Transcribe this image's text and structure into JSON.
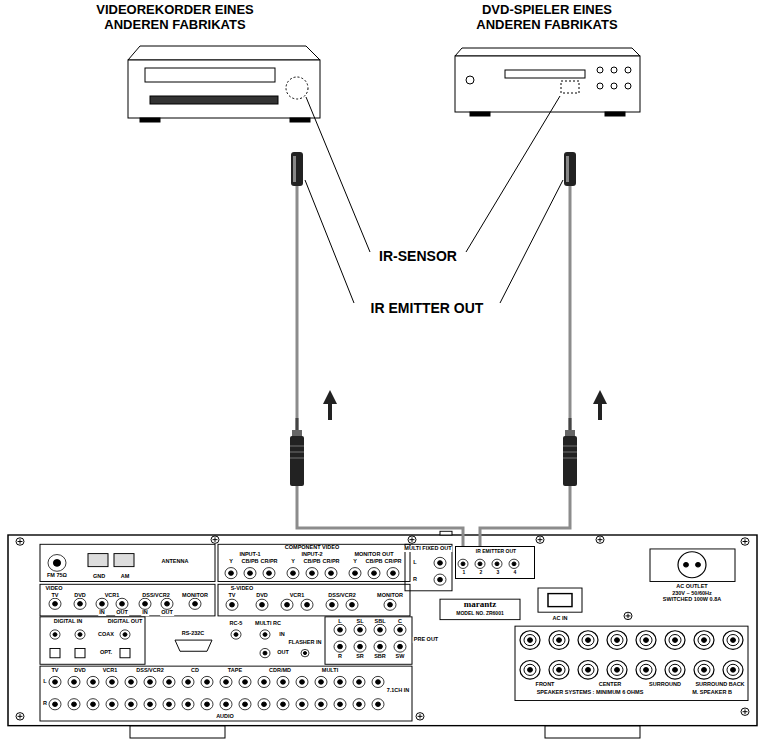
{
  "diagram": {
    "nodes": [
      {
        "text": [
          "VIDEOREKORDER EINES ANDEREN FABRIKATS"
        ]
      },
      {
        "text": [
          "DVD-SPIELER EINES ANDEREN FABRIKATS"
        ]
      },
      {
        "text": [
          "marantz",
          "MODEL NO. ZR6001"
        ]
      },
      {
        "text": [
          "IR EMITTER OUT",
          "1",
          "2",
          "3",
          "4"
        ],
        "in": 2
      }
    ],
    "edges": [
      {
        "from": 3,
        "to": 0,
        "arrow": "none"
      },
      {
        "from": 3,
        "to": 1,
        "arrow": "none"
      }
    ],
    "labels": [
      "IR-SENSOR",
      "IR EMITTER OUT",
      "ANTENNA",
      "FM 75Ω",
      "GND",
      "AM",
      "COMPONENT VIDEO",
      "INPUT-1",
      "INPUT-2",
      "MONITOR OUT",
      "Y",
      "CB/PB",
      "CR/PR",
      "Y",
      "CB/PB",
      "CR/PR",
      "Y",
      "CB/PB",
      "CR/PR",
      "VIDEO",
      "TV",
      "DVD",
      "VCR1",
      "DSS/VCR2",
      "MONITOR",
      "IN",
      "OUT",
      "IN",
      "OUT",
      "S-VIDEO",
      "TV",
      "DVD",
      "VCR1",
      "DSS/VCR2",
      "MONITOR",
      "DIGITAL IN",
      "DIGITAL OUT",
      "COAX",
      "OPT.",
      "RS-232C",
      "RC-5",
      "MULTI RC",
      "IN",
      "OUT",
      "FLASHER IN",
      "L",
      "SL",
      "SBL",
      "C",
      "R",
      "SR",
      "SBR",
      "SW",
      "PRE OUT",
      "TV",
      "DVD",
      "VCR1",
      "DSS/VCR2",
      "CD",
      "TAPE",
      "CDR/MD",
      "MULTI",
      "L",
      "R",
      "7.1CH IN",
      "AUDIO",
      "MULTI FIXED OUT",
      "L",
      "R",
      "AC IN",
      "AC OUTLET",
      "230V ~ 50/60Hz",
      "SWITCHED 100W 0.8A",
      "FRONT",
      "CENTER",
      "SURROUND",
      "SURROUND BACK",
      "SPEAKER SYSTEMS : MINIMUM 6 OHMS",
      "M. SPEAKER B"
    ]
  }
}
